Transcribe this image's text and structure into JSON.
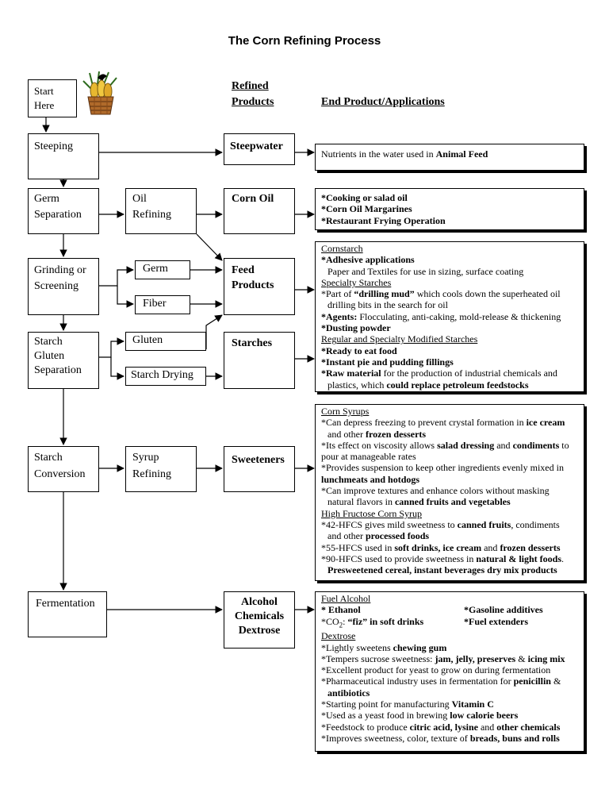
{
  "title": "The Corn Refining Process",
  "headers": {
    "refined_products_line1": "Refined",
    "refined_products_line2": "Products",
    "end_products": "End Product/Applications"
  },
  "process_steps": {
    "start_line1": "Start",
    "start_line2": "Here",
    "steeping": "Steeping",
    "germ_sep_line1": "Germ",
    "germ_sep_line2": "Separation",
    "oil_ref_line1": "Oil",
    "oil_ref_line2": "Refining",
    "grinding_line1": "Grinding or",
    "grinding_line2": "Screening",
    "germ": "Germ",
    "fiber": "Fiber",
    "sgs_line1": "Starch",
    "sgs_line2": "Gluten",
    "sgs_line3": "Separation",
    "gluten": "Gluten",
    "starch_drying": "Starch Drying",
    "conv_line1": "Starch",
    "conv_line2": "Conversion",
    "syrup_line1": "Syrup",
    "syrup_line2": "Refining",
    "fermentation": "Fermentation"
  },
  "refined_products": {
    "steepwater": "Steepwater",
    "corn_oil": "Corn Oil",
    "feed_line1": "Feed",
    "feed_line2": "Products",
    "starches": "Starches",
    "sweeteners": "Sweeteners",
    "alcohol_line1": "Alcohol",
    "alcohol_line2": "Chemicals",
    "alcohol_line3": "Dextrose"
  },
  "end_products": {
    "steepwater": {
      "pre": "Nutrients in the water used in ",
      "bold": "Animal Feed"
    },
    "corn_oil": [
      "*Cooking or salad oil",
      "*Corn Oil Margarines",
      "*Restaurant Frying Operation"
    ],
    "starches": {
      "cornstarch": "Cornstarch",
      "adhesive": "*Adhesive applications",
      "paper": "Paper and Textiles for use in sizing, surface coating",
      "specialty": "Specialty Starches",
      "mud_pre": "*Part of ",
      "mud_bold": "“drilling mud”",
      "mud_post": "  which cools down the superheated oil",
      "mud_line2": "drilling bits in the search for oil",
      "agents_bold": "*Agents:",
      "agents_rest": "  Flocculating, anti-caking, mold-release & thickening",
      "dusting": "*Dusting powder",
      "modified": "Regular and Specialty Modified Starches",
      "ready": "*Ready to eat food",
      "instant": "*Instant pie and pudding fillings",
      "raw_bold": "*Raw material",
      "raw_rest": " for the production of industrial chemicals and",
      "plastics_pre": "plastics, which ",
      "plastics_bold": "could replace petroleum feedstocks"
    },
    "sweeteners": {
      "corn_syrups": "Corn Syrups",
      "l1_pre": "*Can depress freezing to prevent crystal formation in ",
      "l1_bold": "ice cream",
      "l2_pre": "and other ",
      "l2_bold": "frozen desserts",
      "l3_pre": "*Its effect on viscosity allows ",
      "l3_bold1": "salad dressing",
      "l3_mid": " and ",
      "l3_bold2": "condiments",
      "l3_post": " to",
      "l4": "pour at manageable rates",
      "l5": "*Provides suspension to keep other ingredients evenly mixed in",
      "l6_bold": "lunchmeats and hotdogs",
      "l7": "*Can improve textures and enhance colors without masking",
      "l8_pre": "natural flavors in ",
      "l8_bold": "canned fruits and vegetables",
      "hfcs": "High Fructose Corn Syrup",
      "h1_pre": "*42-HFCS gives mild sweetness to ",
      "h1_bold": "canned fruits",
      "h1_post": ", condiments",
      "h2_pre": "and other ",
      "h2_bold": "processed foods",
      "h3_pre": "*55-HFCS used in ",
      "h3_bold1": "soft drinks, ice cream",
      "h3_mid": " and ",
      "h3_bold2": "frozen desserts",
      "h4_pre": "*90-HFCS used to provide sweetness in ",
      "h4_bold": "natural & light foods",
      "h4_post": ".",
      "h5_bold": "Presweetened cereal, instant beverages dry mix products"
    },
    "alcohol": {
      "fuel_alcohol": "Fuel Alcohol",
      "ethanol": "* Ethanol",
      "gasoline": "*Gasoline additives",
      "co2_pre": "*CO",
      "co2_sub": "2",
      "co2_colon": ":  ",
      "co2_bold": "“fiz” in soft drinks",
      "fuel_ext": "*Fuel extenders",
      "dextrose": "Dextrose",
      "d1_pre": "*Lightly sweetens ",
      "d1_bold": "chewing gum",
      "d2_pre": "*Tempers sucrose sweetness: ",
      "d2_bold1": "jam, jelly, preserves",
      "d2_mid": " & ",
      "d2_bold2": "icing mix",
      "d3": "*Excellent product for yeast to grow on during fermentation",
      "d4_pre": "*Pharmaceutical industry uses in fermentation for ",
      "d4_bold": "penicillin",
      "d4_post": " &",
      "d5_bold": "antibiotics",
      "d6_pre": "*Starting point for manufacturing ",
      "d6_bold": "Vitamin C",
      "d7_pre": "*Used as a yeast food in brewing ",
      "d7_bold": "low calorie beers",
      "d8_pre": "*Feedstock to produce ",
      "d8_bold1": "citric acid, lysine",
      "d8_mid": " and ",
      "d8_bold2": "other chemicals",
      "d9_pre": "*Improves sweetness, color, texture of ",
      "d9_bold": "breads, buns and rolls"
    }
  }
}
